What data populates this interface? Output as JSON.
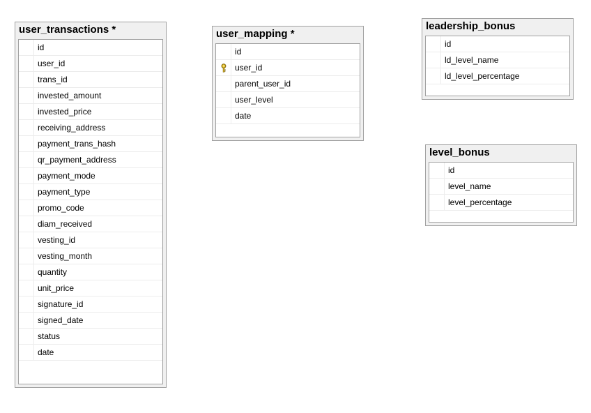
{
  "tables": {
    "user_transactions": {
      "title": "user_transactions *",
      "columns": [
        {
          "name": "id"
        },
        {
          "name": "user_id"
        },
        {
          "name": "trans_id"
        },
        {
          "name": "invested_amount"
        },
        {
          "name": "invested_price"
        },
        {
          "name": "receiving_address"
        },
        {
          "name": "payment_trans_hash"
        },
        {
          "name": "qr_payment_address"
        },
        {
          "name": "payment_mode"
        },
        {
          "name": "payment_type"
        },
        {
          "name": "promo_code"
        },
        {
          "name": "diam_received"
        },
        {
          "name": "vesting_id"
        },
        {
          "name": "vesting_month"
        },
        {
          "name": "quantity"
        },
        {
          "name": "unit_price"
        },
        {
          "name": "signature_id"
        },
        {
          "name": "signed_date"
        },
        {
          "name": "status"
        },
        {
          "name": "date"
        }
      ]
    },
    "user_mapping": {
      "title": "user_mapping *",
      "columns": [
        {
          "name": "id"
        },
        {
          "name": "user_id",
          "primary_key": true,
          "icon": "key-icon"
        },
        {
          "name": "parent_user_id"
        },
        {
          "name": "user_level"
        },
        {
          "name": "date"
        }
      ]
    },
    "leadership_bonus": {
      "title": "leadership_bonus",
      "columns": [
        {
          "name": "id"
        },
        {
          "name": "ld_level_name"
        },
        {
          "name": "ld_level_percentage"
        }
      ]
    },
    "level_bonus": {
      "title": "level_bonus",
      "columns": [
        {
          "name": "id"
        },
        {
          "name": "level_name"
        },
        {
          "name": "level_percentage"
        }
      ]
    }
  },
  "colors": {
    "background": "#ffffff",
    "table_frame": "#f0f0f0",
    "border": "#a0a0a0",
    "key_icon": "#e8c020"
  }
}
